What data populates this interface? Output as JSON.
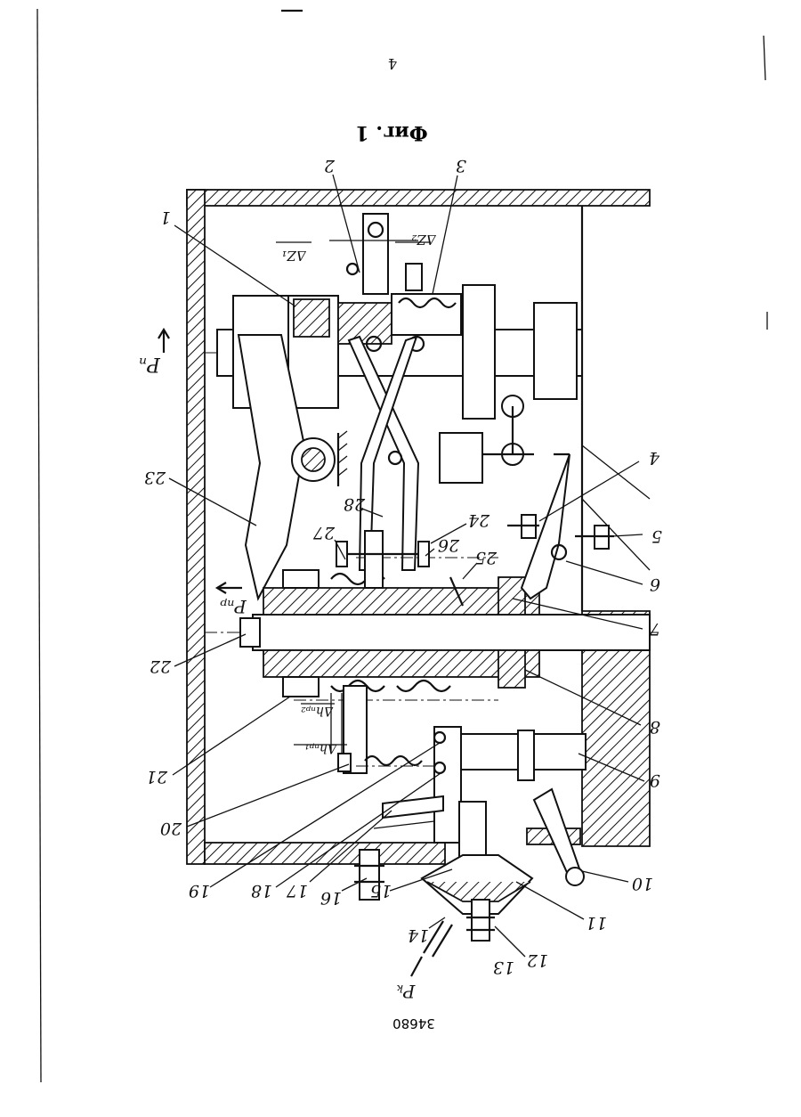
{
  "figure_caption": "Фиг. 1",
  "page_number": "4",
  "document_number": "34680",
  "force_labels": {
    "p_n": "Pₙ",
    "p_np": "Pₙₚ",
    "p_k": "Pₖ"
  },
  "gap_labels": {
    "dz1": "ΔZ₁",
    "dz2": "ΔZ₂",
    "dh1": "Δhₙₚ₁",
    "dh2": "Δhₙₚ₂"
  },
  "callouts": [
    "1",
    "2",
    "3",
    "4",
    "5",
    "6",
    "7",
    "8",
    "9",
    "10",
    "11",
    "12",
    "13",
    "14",
    "15",
    "16",
    "17",
    "18",
    "19",
    "20",
    "21",
    "22",
    "23",
    "24",
    "25",
    "26",
    "27",
    "28"
  ]
}
